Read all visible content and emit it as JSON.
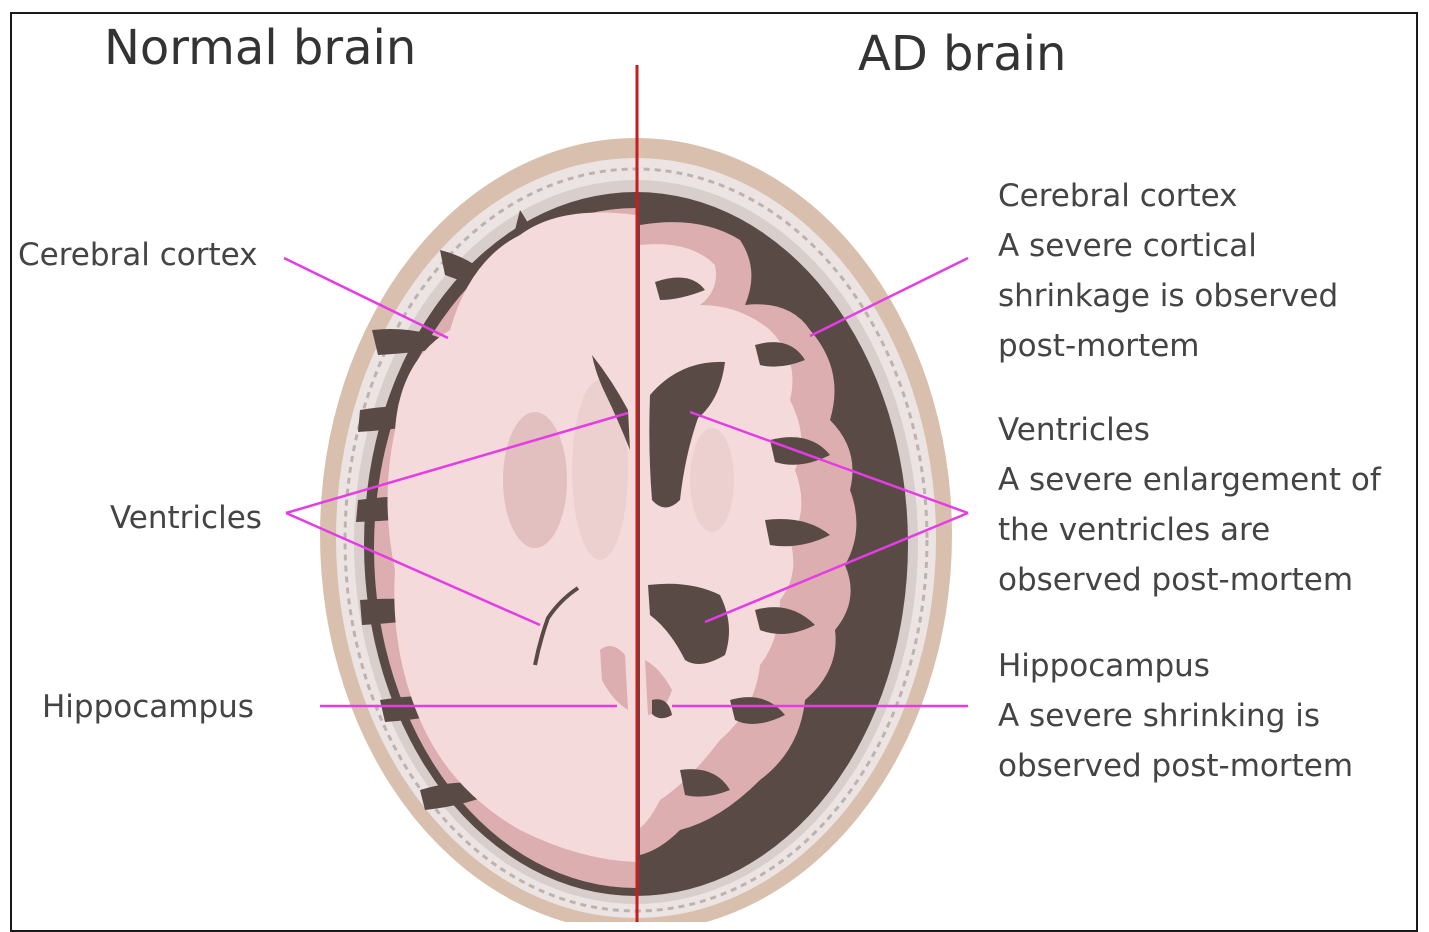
{
  "titles": {
    "normal": "Normal brain",
    "ad": "AD brain"
  },
  "left_labels": {
    "cortex": "Cerebral cortex",
    "ventricles": "Ventricles",
    "hippocampus": "Hippocampus"
  },
  "right_labels": {
    "cortex": [
      "Cerebral cortex",
      "A severe cortical",
      "shrinkage is observed",
      "post-mortem"
    ],
    "ventricles": [
      "Ventricles",
      "A severe enlargement of",
      "the ventricles are",
      "observed post-mortem"
    ],
    "hippocampus": [
      "Hippocampus",
      "A severe shrinking is",
      "observed post-mortem"
    ]
  },
  "colors": {
    "pointer": "#e63ce6",
    "divider": "#c41e1e",
    "skull": "#d9c0ae",
    "dark_tissue": "#5a4a46",
    "normal_tissue": "#f4dada",
    "gray_matter": "#dcaeb0"
  }
}
